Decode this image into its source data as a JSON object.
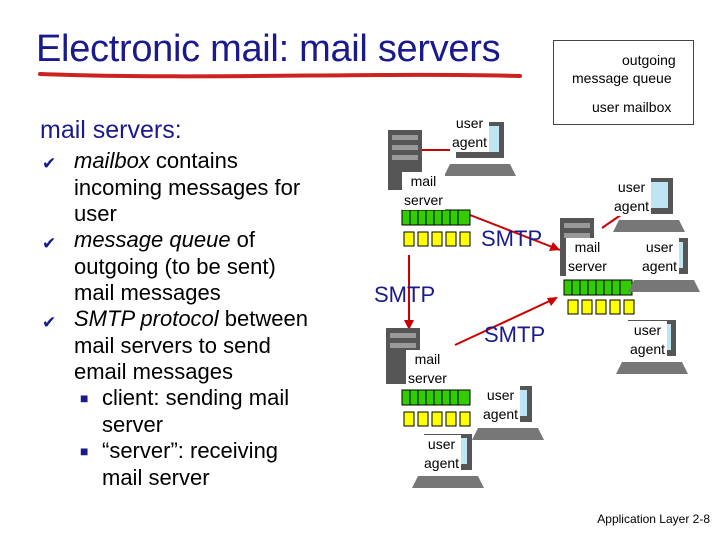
{
  "title": "Electronic mail: mail servers",
  "subtitle": "mail servers:",
  "bullets": [
    {
      "em": "mailbox",
      "rest": " contains",
      "cont": [
        "incoming messages for",
        "user"
      ]
    },
    {
      "em": "message queue",
      "rest": " of",
      "cont": [
        "outgoing (to be sent)",
        "mail messages"
      ]
    },
    {
      "em": "SMTP protocol",
      "rest": " between",
      "cont": [
        "mail servers to send",
        "email messages"
      ]
    }
  ],
  "subbullets": [
    [
      "client: sending mail",
      "server"
    ],
    [
      "“server”: receiving",
      "mail server"
    ]
  ],
  "legend": {
    "outgoing": "outgoing",
    "queue": "message queue",
    "mailbox": "user mailbox"
  },
  "labels": {
    "user_agent": "user agent",
    "mail_server": "mail server",
    "user": "user",
    "agent": "agent",
    "mail": "mail",
    "server": "server",
    "smtp": "SMTP"
  },
  "footer": "Application Layer 2-8",
  "colors": {
    "title": "#1a1a8c",
    "queue": "#33cc00",
    "mailbox": "#ffff00",
    "arrow": "#cc0000",
    "underline": "#cc2222"
  }
}
